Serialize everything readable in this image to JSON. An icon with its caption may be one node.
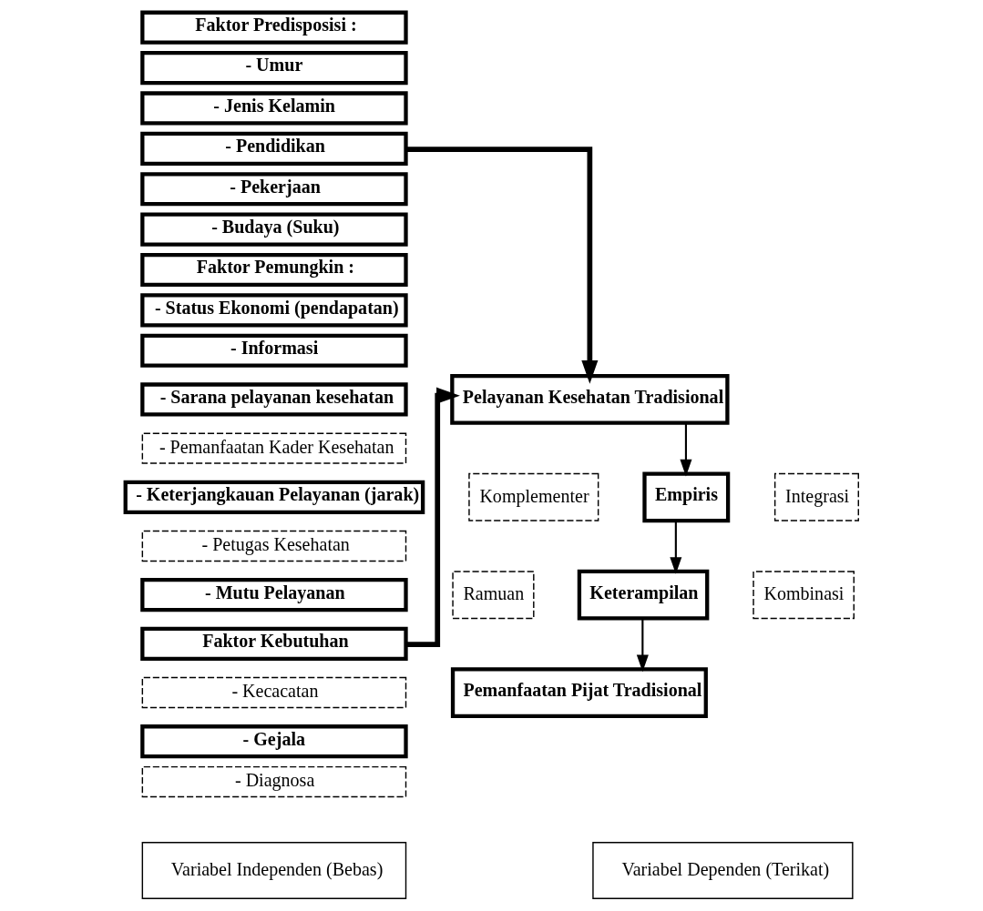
{
  "diagram": {
    "nodes": [
      {
        "text": [
          "Faktor Predisposisi :"
        ]
      },
      {
        "text": [
          "- Umur"
        ]
      },
      {
        "text": [
          "- Jenis Kelamin"
        ]
      },
      {
        "text": [
          "- Pendidikan"
        ]
      },
      {
        "text": [
          "- Pekerjaan"
        ]
      },
      {
        "text": [
          "- Budaya (Suku)"
        ]
      },
      {
        "text": [
          "Faktor Pemungkin :"
        ]
      },
      {
        "text": [
          "- Status Ekonomi (pendapatan)"
        ]
      },
      {
        "text": [
          "- Informasi"
        ]
      },
      {
        "text": [
          "- Sarana pelayanan kesehatan"
        ]
      },
      {
        "text": [
          "- Pemanfaatan Kader Kesehatan"
        ]
      },
      {
        "text": [
          "- Keterjangkauan Pelayanan (jarak)"
        ]
      },
      {
        "text": [
          "- Petugas Kesehatan"
        ]
      },
      {
        "text": [
          "- Mutu Pelayanan"
        ]
      },
      {
        "text": [
          "Faktor Kebutuhan"
        ]
      },
      {
        "text": [
          "- Kecacatan"
        ]
      },
      {
        "text": [
          "- Gejala"
        ]
      },
      {
        "text": [
          "- Diagnosa"
        ]
      },
      {
        "text": [
          "Pelayanan Kesehatan Tradisional"
        ]
      },
      {
        "text": [
          "Komplementer"
        ]
      },
      {
        "text": [
          "Empiris"
        ]
      },
      {
        "text": [
          "Integrasi"
        ]
      },
      {
        "text": [
          "Ramuan"
        ]
      },
      {
        "text": [
          "Keterampilan"
        ]
      },
      {
        "text": [
          "Kombinasi"
        ]
      },
      {
        "text": [
          "Pemanfaatan Pijat Tradisional"
        ]
      },
      {
        "text": [
          "Variabel Independen (Bebas)"
        ]
      },
      {
        "text": [
          "Variabel Dependen (Terikat)"
        ]
      }
    ],
    "edges": [
      {
        "from": 3,
        "to": 18,
        "arrow": "to",
        "style": "thick"
      },
      {
        "from": 14,
        "to": 18,
        "arrow": "to",
        "style": "thick"
      },
      {
        "from": 18,
        "to": 20,
        "arrow": "to"
      },
      {
        "from": 20,
        "to": 23,
        "arrow": "to"
      },
      {
        "from": 23,
        "to": 25,
        "arrow": "to"
      }
    ]
  }
}
